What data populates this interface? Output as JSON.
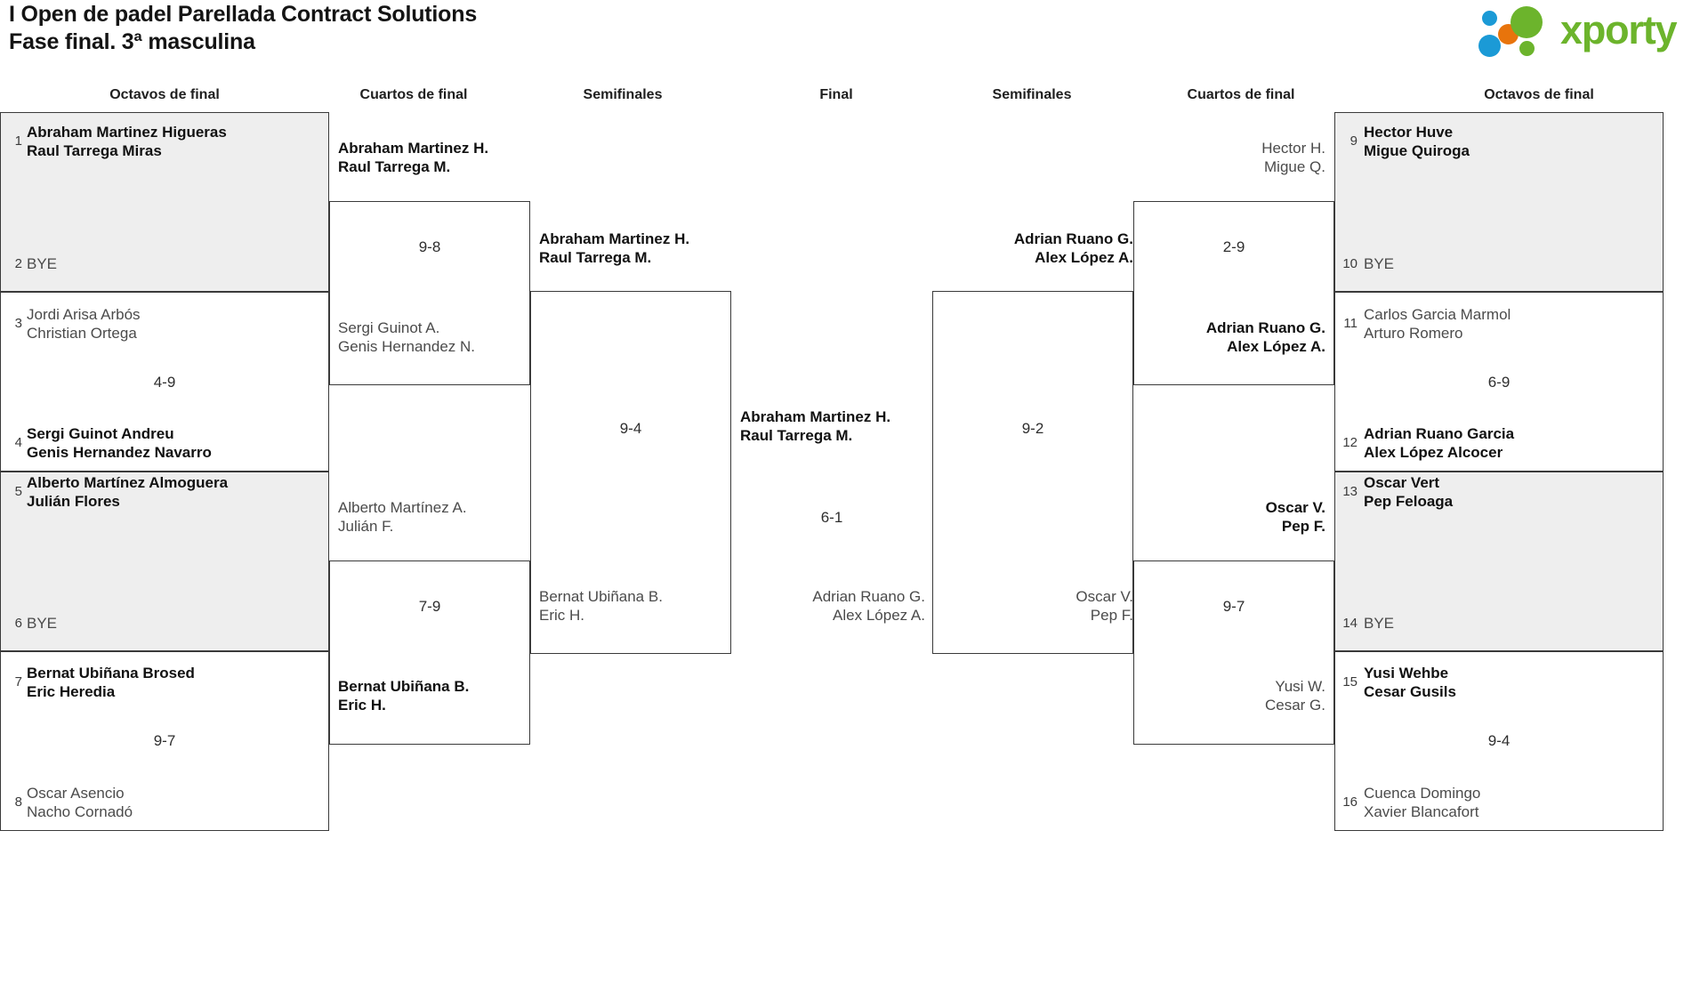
{
  "header": {
    "title_line1": "I Open de padel Parellada Contract Solutions",
    "title_line2": "Fase final. 3ª masculina",
    "logo_text": "xporty",
    "logo_colors": {
      "green": "#6cb42c",
      "blue": "#1b9ad6",
      "orange": "#e8740c"
    }
  },
  "rounds": [
    {
      "label": "Octavos de final"
    },
    {
      "label": "Cuartos de final"
    },
    {
      "label": "Semifinales"
    },
    {
      "label": "Final"
    },
    {
      "label": "Semifinales"
    },
    {
      "label": "Cuartos de final"
    },
    {
      "label": "Octavos de final"
    }
  ],
  "left": {
    "octavos": [
      {
        "seed": "1",
        "p1": "Abraham Martinez Higueras",
        "p2": "Raul Tarrega Miras",
        "state": "win"
      },
      {
        "seed": "2",
        "p1": "BYE",
        "p2": "",
        "state": "bye"
      },
      {
        "seed": "3",
        "p1": "Jordi Arisa Arbós",
        "p2": "Christian Ortega",
        "state": "lose"
      },
      {
        "seed": "4",
        "p1": "Sergi Guinot Andreu",
        "p2": "Genis Hernandez Navarro",
        "state": "win"
      },
      {
        "seed": "5",
        "p1": "Alberto Martínez Almoguera",
        "p2": "Julián Flores",
        "state": "win"
      },
      {
        "seed": "6",
        "p1": "BYE",
        "p2": "",
        "state": "bye"
      },
      {
        "seed": "7",
        "p1": "Bernat Ubiñana Brosed",
        "p2": "Eric Heredia",
        "state": "win"
      },
      {
        "seed": "8",
        "p1": "Oscar Asencio",
        "p2": "Nacho Cornadó",
        "state": "lose"
      }
    ],
    "octavos_scores": [
      "4-9",
      "9-7"
    ],
    "cuartos": [
      {
        "p1": "Abraham Martinez H.",
        "p2": "Raul Tarrega M.",
        "state": "win"
      },
      {
        "p1": "Sergi Guinot A.",
        "p2": "Genis Hernandez N.",
        "state": "lose"
      },
      {
        "p1": "Alberto Martínez A.",
        "p2": "Julián F.",
        "state": "lose"
      },
      {
        "p1": "Bernat Ubiñana B.",
        "p2": "Eric H.",
        "state": "win"
      }
    ],
    "cuartos_scores": [
      "9-8",
      "7-9"
    ],
    "semis": [
      {
        "p1": "Abraham Martinez H.",
        "p2": "Raul Tarrega M.",
        "state": "win"
      },
      {
        "p1": "Bernat Ubiñana B.",
        "p2": "Eric H.",
        "state": "lose"
      }
    ],
    "semis_score": "9-4"
  },
  "final": {
    "top": {
      "p1": "Abraham Martinez H.",
      "p2": "Raul Tarrega M.",
      "state": "win"
    },
    "bottom": {
      "p1": "Adrian Ruano G.",
      "p2": "Alex López A.",
      "state": "lose"
    },
    "score": "6-1"
  },
  "right": {
    "octavos": [
      {
        "seed": "9",
        "p1": "Hector Huve",
        "p2": "Migue Quiroga",
        "state": "win"
      },
      {
        "seed": "10",
        "p1": "BYE",
        "p2": "",
        "state": "bye"
      },
      {
        "seed": "11",
        "p1": "Carlos Garcia Marmol",
        "p2": "Arturo Romero",
        "state": "lose"
      },
      {
        "seed": "12",
        "p1": "Adrian Ruano Garcia",
        "p2": "Alex López Alcocer",
        "state": "win"
      },
      {
        "seed": "13",
        "p1": "Oscar Vert",
        "p2": "Pep Feloaga",
        "state": "win"
      },
      {
        "seed": "14",
        "p1": "BYE",
        "p2": "",
        "state": "bye"
      },
      {
        "seed": "15",
        "p1": "Yusi Wehbe",
        "p2": "Cesar Gusils",
        "state": "win"
      },
      {
        "seed": "16",
        "p1": "Cuenca Domingo",
        "p2": "Xavier Blancafort",
        "state": "lose"
      }
    ],
    "octavos_scores": [
      "6-9",
      "9-4"
    ],
    "cuartos": [
      {
        "p1": "Hector H.",
        "p2": "Migue Q.",
        "state": "lose"
      },
      {
        "p1": "Adrian Ruano G.",
        "p2": "Alex López A.",
        "state": "win"
      },
      {
        "p1": "Oscar V.",
        "p2": "Pep F.",
        "state": "win"
      },
      {
        "p1": "Yusi W.",
        "p2": "Cesar G.",
        "state": "lose"
      }
    ],
    "cuartos_scores": [
      "2-9",
      "9-7"
    ],
    "semis": [
      {
        "p1": "Adrian Ruano G.",
        "p2": "Alex López A.",
        "state": "win"
      },
      {
        "p1": "Oscar V.",
        "p2": "Pep F.",
        "state": "lose"
      }
    ],
    "semis_score": "9-2"
  }
}
